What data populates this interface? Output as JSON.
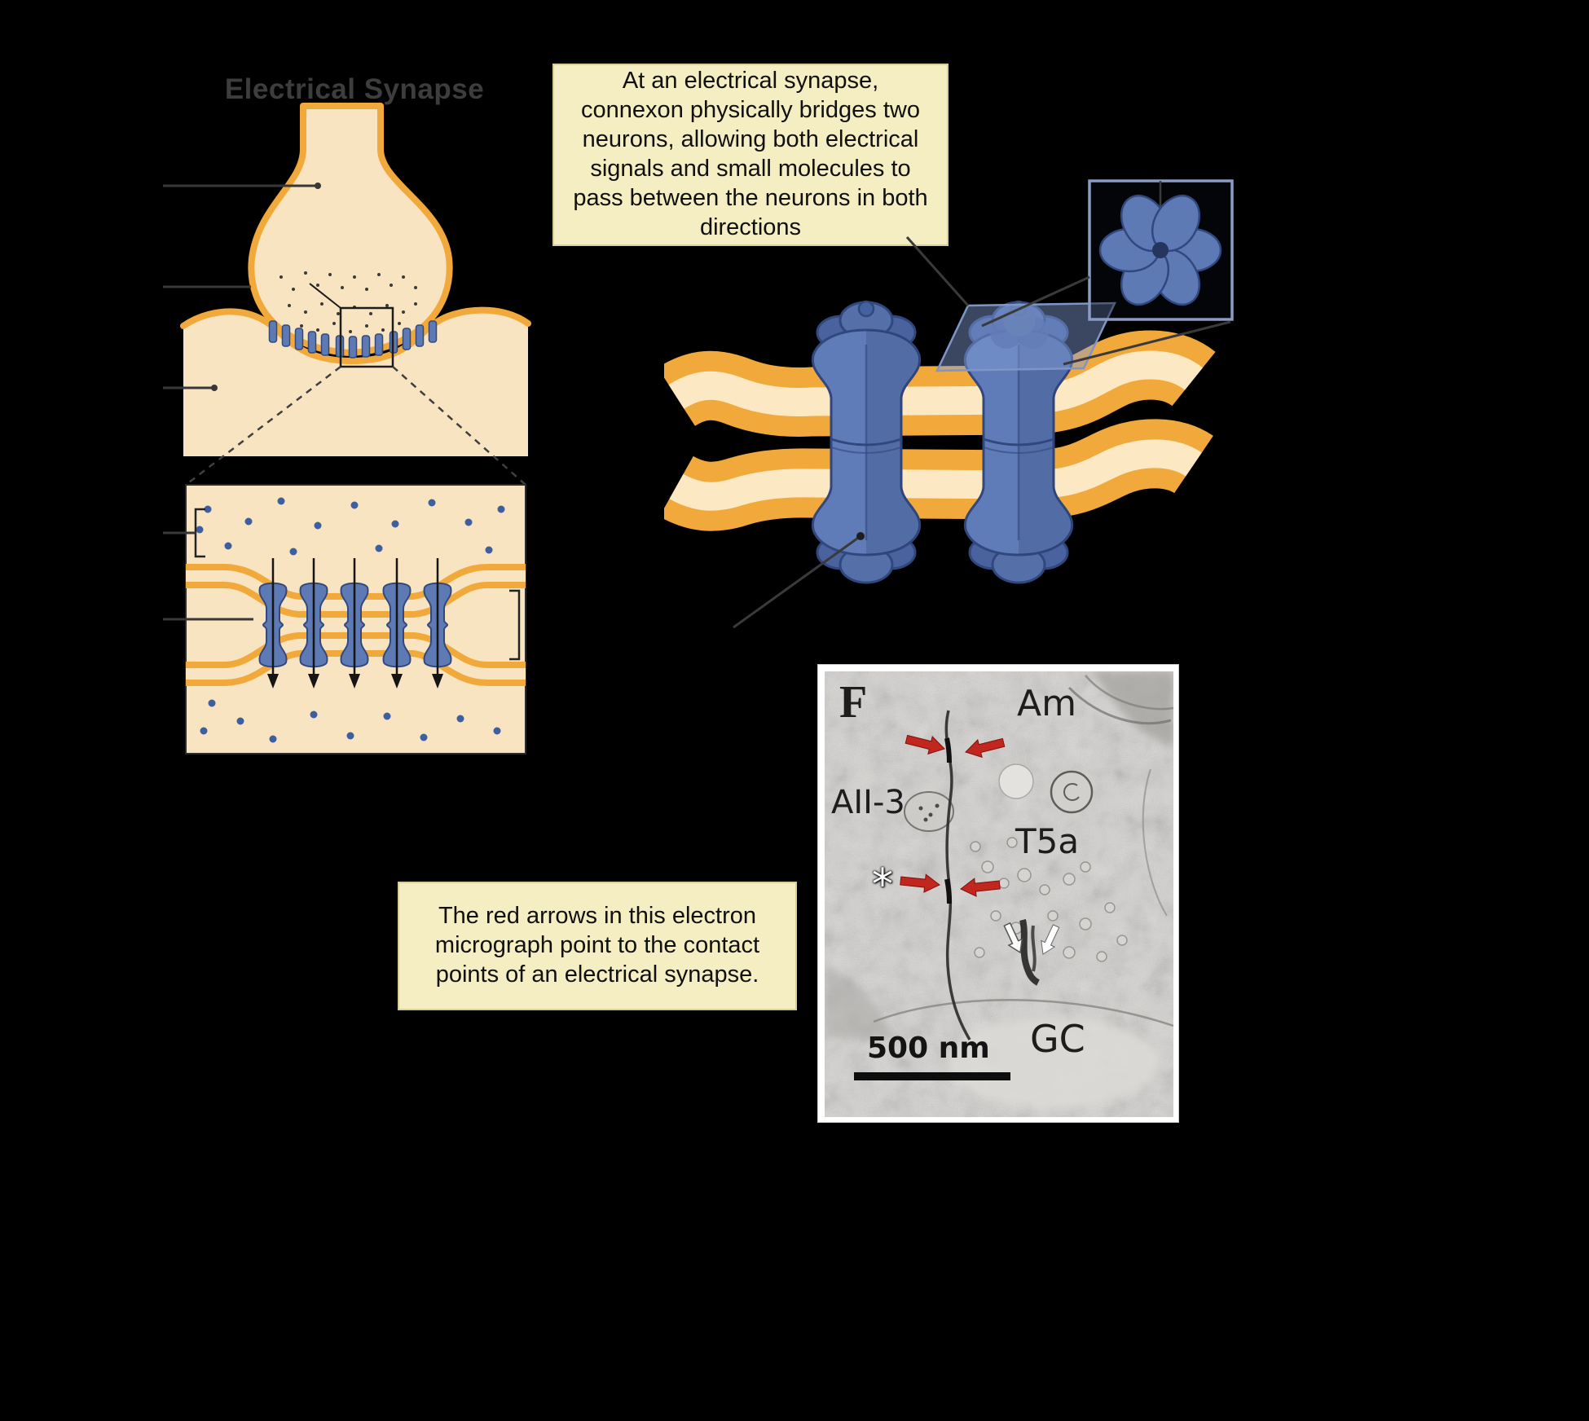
{
  "title": {
    "text": "Electrical Synapse"
  },
  "callout_top": {
    "text": "At an electrical synapse, connexon physically bridges two neurons, allowing both electrical signals and small molecules to pass between the neurons in both directions"
  },
  "callout_bottom": {
    "text": "The red arrows in this electron micrograph point to the contact points of an electrical synapse."
  },
  "micrograph": {
    "panel_letter": "F",
    "labels": {
      "am": "Am",
      "aii3": "AII-3",
      "t5a": "T5a",
      "gc": "GC"
    },
    "asterisk": "*",
    "scale_bar": "500 nm"
  },
  "colors": {
    "background": "#000000",
    "membrane_orange": "#f2a93b",
    "cell_cream": "#f8e4c1",
    "connexon_blue": "#5d7ab5",
    "connexon_blue_dark": "#44639e",
    "callout_bg": "#f5eec2",
    "red_arrow": "#c1271f"
  }
}
